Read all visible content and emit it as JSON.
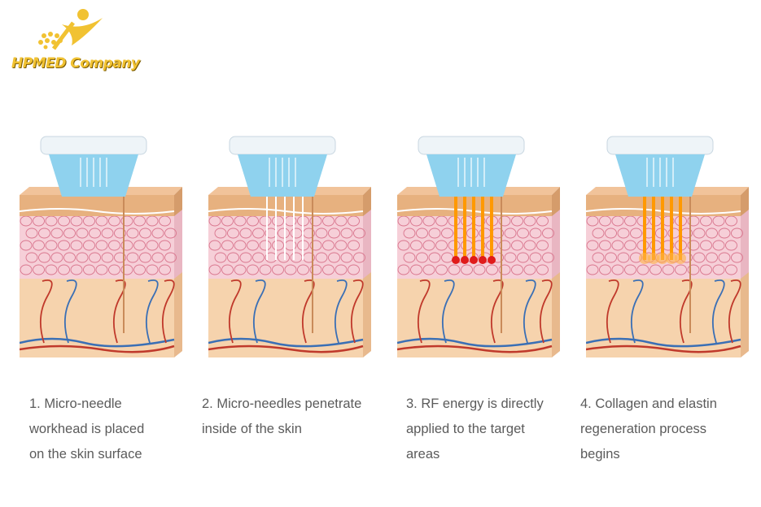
{
  "brand": {
    "name": "HPMED Company",
    "accent": "#f1c232"
  },
  "colors": {
    "epidermis": "#e7b17f",
    "cells": "#f6cfd8",
    "dermis": "#f6d3ad",
    "workhead": "#8fd2ee",
    "rf_energy": "#ff9900",
    "vein": "#3a6fb5",
    "artery": "#c0392b"
  },
  "steps": [
    {
      "caption": "1. Micro-needle\nworkhead is placed\non the skin surface",
      "stage": "placed"
    },
    {
      "caption": "2. Micro-needles penetrate\ninside of the skin",
      "stage": "penetrate"
    },
    {
      "caption": "3. RF energy is directly\napplied to the target\nareas",
      "stage": "rf"
    },
    {
      "caption": "4. Collagen and elastin\nregeneration process\nbegins",
      "stage": "regeneration"
    }
  ]
}
